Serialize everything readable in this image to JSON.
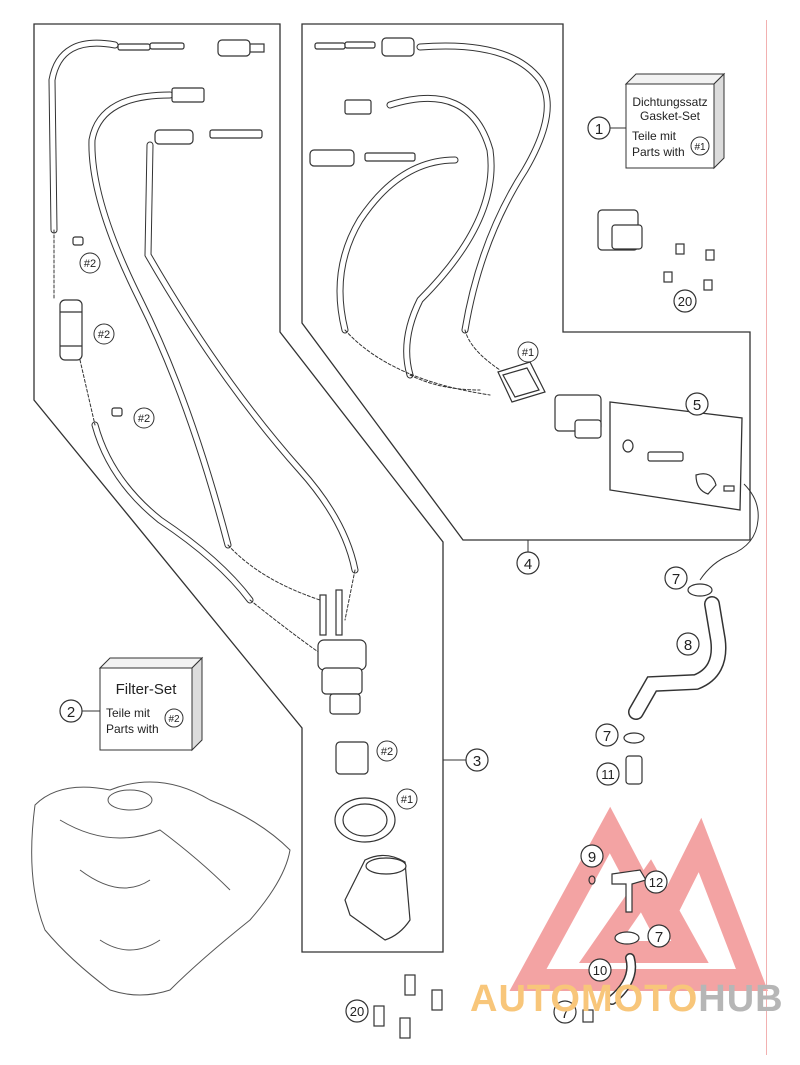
{
  "callouts": {
    "c1": "1",
    "c2": "2",
    "c3": "3",
    "c4": "4",
    "c5": "5",
    "c7a": "7",
    "c7b": "7",
    "c7c": "7",
    "c7d": "7",
    "c8": "8",
    "c9": "9",
    "c10": "10",
    "c11": "11",
    "c12": "12",
    "c20a": "20",
    "c20b": "20"
  },
  "refs": {
    "r2a": "#2",
    "r2b": "#2",
    "r2c": "#2",
    "r2d": "#2",
    "r1a": "#1",
    "r1b": "#1"
  },
  "gasket_box": {
    "line1": "Dichtungssatz",
    "line2": "Gasket-Set",
    "line3": "Teile mit",
    "line4": "Parts with",
    "ref": "#1"
  },
  "filter_box": {
    "title": "Filter-Set",
    "line1": "Teile mit",
    "line2": "Parts with",
    "ref": "#2"
  },
  "watermark": {
    "part1": "AUTOMOTO",
    "part2": "HUB"
  },
  "colors": {
    "line": "#333333",
    "watermark_red": "#e84a4a",
    "watermark_orange": "#f8c67a",
    "watermark_gray": "#b6b6b6"
  }
}
